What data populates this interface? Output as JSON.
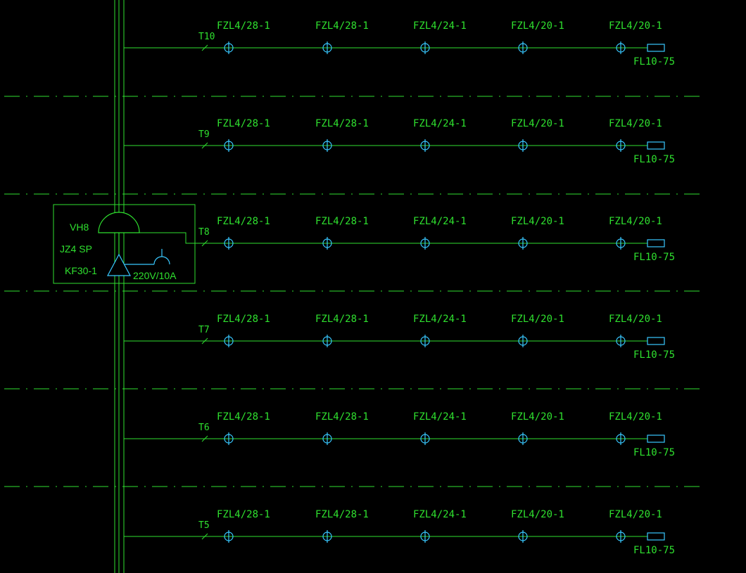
{
  "diagram": {
    "colors": {
      "background": "#000000",
      "wire": "#2fe02f",
      "splitter": "#38c8ff",
      "divider": "#2fe02f"
    },
    "amplifier_box": {
      "labels": [
        "VH8",
        "JZ4 SP",
        "KF30-1"
      ],
      "power_label": "220V/10A"
    },
    "rows": [
      {
        "tap_label": "T10",
        "splitters": [
          "FZL4/28-1",
          "FZL4/28-1",
          "FZL4/24-1",
          "FZL4/20-1",
          "FZL4/20-1"
        ],
        "terminator": "FL10-75"
      },
      {
        "tap_label": "T9",
        "splitters": [
          "FZL4/28-1",
          "FZL4/28-1",
          "FZL4/24-1",
          "FZL4/20-1",
          "FZL4/20-1"
        ],
        "terminator": "FL10-75"
      },
      {
        "tap_label": "T8",
        "splitters": [
          "FZL4/28-1",
          "FZL4/28-1",
          "FZL4/24-1",
          "FZL4/20-1",
          "FZL4/20-1"
        ],
        "terminator": "FL10-75"
      },
      {
        "tap_label": "T7",
        "splitters": [
          "FZL4/28-1",
          "FZL4/28-1",
          "FZL4/24-1",
          "FZL4/20-1",
          "FZL4/20-1"
        ],
        "terminator": "FL10-75"
      },
      {
        "tap_label": "T6",
        "splitters": [
          "FZL4/28-1",
          "FZL4/28-1",
          "FZL4/24-1",
          "FZL4/20-1",
          "FZL4/20-1"
        ],
        "terminator": "FL10-75"
      },
      {
        "tap_label": "T5",
        "splitters": [
          "FZL4/28-1",
          "FZL4/28-1",
          "FZL4/24-1",
          "FZL4/20-1",
          "FZL4/20-1"
        ],
        "terminator": "FL10-75"
      }
    ]
  }
}
